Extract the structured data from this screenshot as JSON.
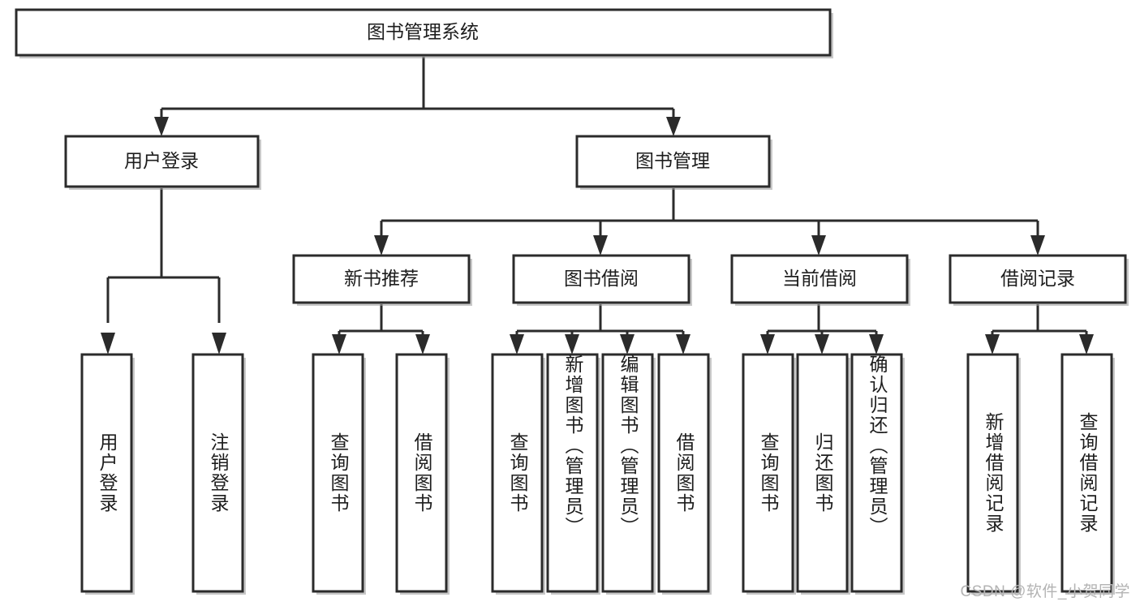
{
  "diagram": {
    "title": "图书管理系统",
    "type": "tree-hierarchy-diagram",
    "colors": {
      "box_stroke": "#2b2b2b",
      "box_fill": "#ffffff",
      "text": "#1d1d1d",
      "background": "#ffffff",
      "watermark": "#b3b3b3"
    },
    "root": {
      "id": "root",
      "label": "图书管理系统"
    },
    "level2": [
      {
        "id": "user-login",
        "label": "用户登录"
      },
      {
        "id": "book-management",
        "label": "图书管理"
      }
    ],
    "level3": [
      {
        "id": "new-book-recommend",
        "label": "新书推荐",
        "parent": "book-management"
      },
      {
        "id": "book-borrow",
        "label": "图书借阅",
        "parent": "book-management"
      },
      {
        "id": "current-borrow",
        "label": "当前借阅",
        "parent": "book-management"
      },
      {
        "id": "borrow-record",
        "label": "借阅记录",
        "parent": "book-management"
      }
    ],
    "leaves": [
      {
        "id": "leaf-user-login",
        "label": "用户登录",
        "parent": "user-login"
      },
      {
        "id": "leaf-logout-login",
        "label": "注销登录",
        "parent": "user-login"
      },
      {
        "id": "leaf-query-book-1",
        "label": "查询图书",
        "parent": "new-book-recommend"
      },
      {
        "id": "leaf-borrow-book-1",
        "label": "借阅图书",
        "parent": "new-book-recommend"
      },
      {
        "id": "leaf-query-book-2",
        "label": "查询图书",
        "parent": "book-borrow"
      },
      {
        "id": "leaf-add-book",
        "label": "新增图书（管理员）",
        "parent": "book-borrow"
      },
      {
        "id": "leaf-edit-book",
        "label": "编辑图书（管理员）",
        "parent": "book-borrow"
      },
      {
        "id": "leaf-borrow-book-2",
        "label": "借阅图书",
        "parent": "book-borrow"
      },
      {
        "id": "leaf-query-book-3",
        "label": "查询图书",
        "parent": "current-borrow"
      },
      {
        "id": "leaf-return-book",
        "label": "归还图书",
        "parent": "current-borrow"
      },
      {
        "id": "leaf-confirm-return",
        "label": "确认归还（管理员）",
        "parent": "current-borrow"
      },
      {
        "id": "leaf-add-record",
        "label": "新增借阅记录",
        "parent": "borrow-record"
      },
      {
        "id": "leaf-query-record",
        "label": "查询借阅记录",
        "parent": "borrow-record"
      }
    ]
  },
  "watermark": {
    "text": "CSDN @软件_小贺同学"
  }
}
